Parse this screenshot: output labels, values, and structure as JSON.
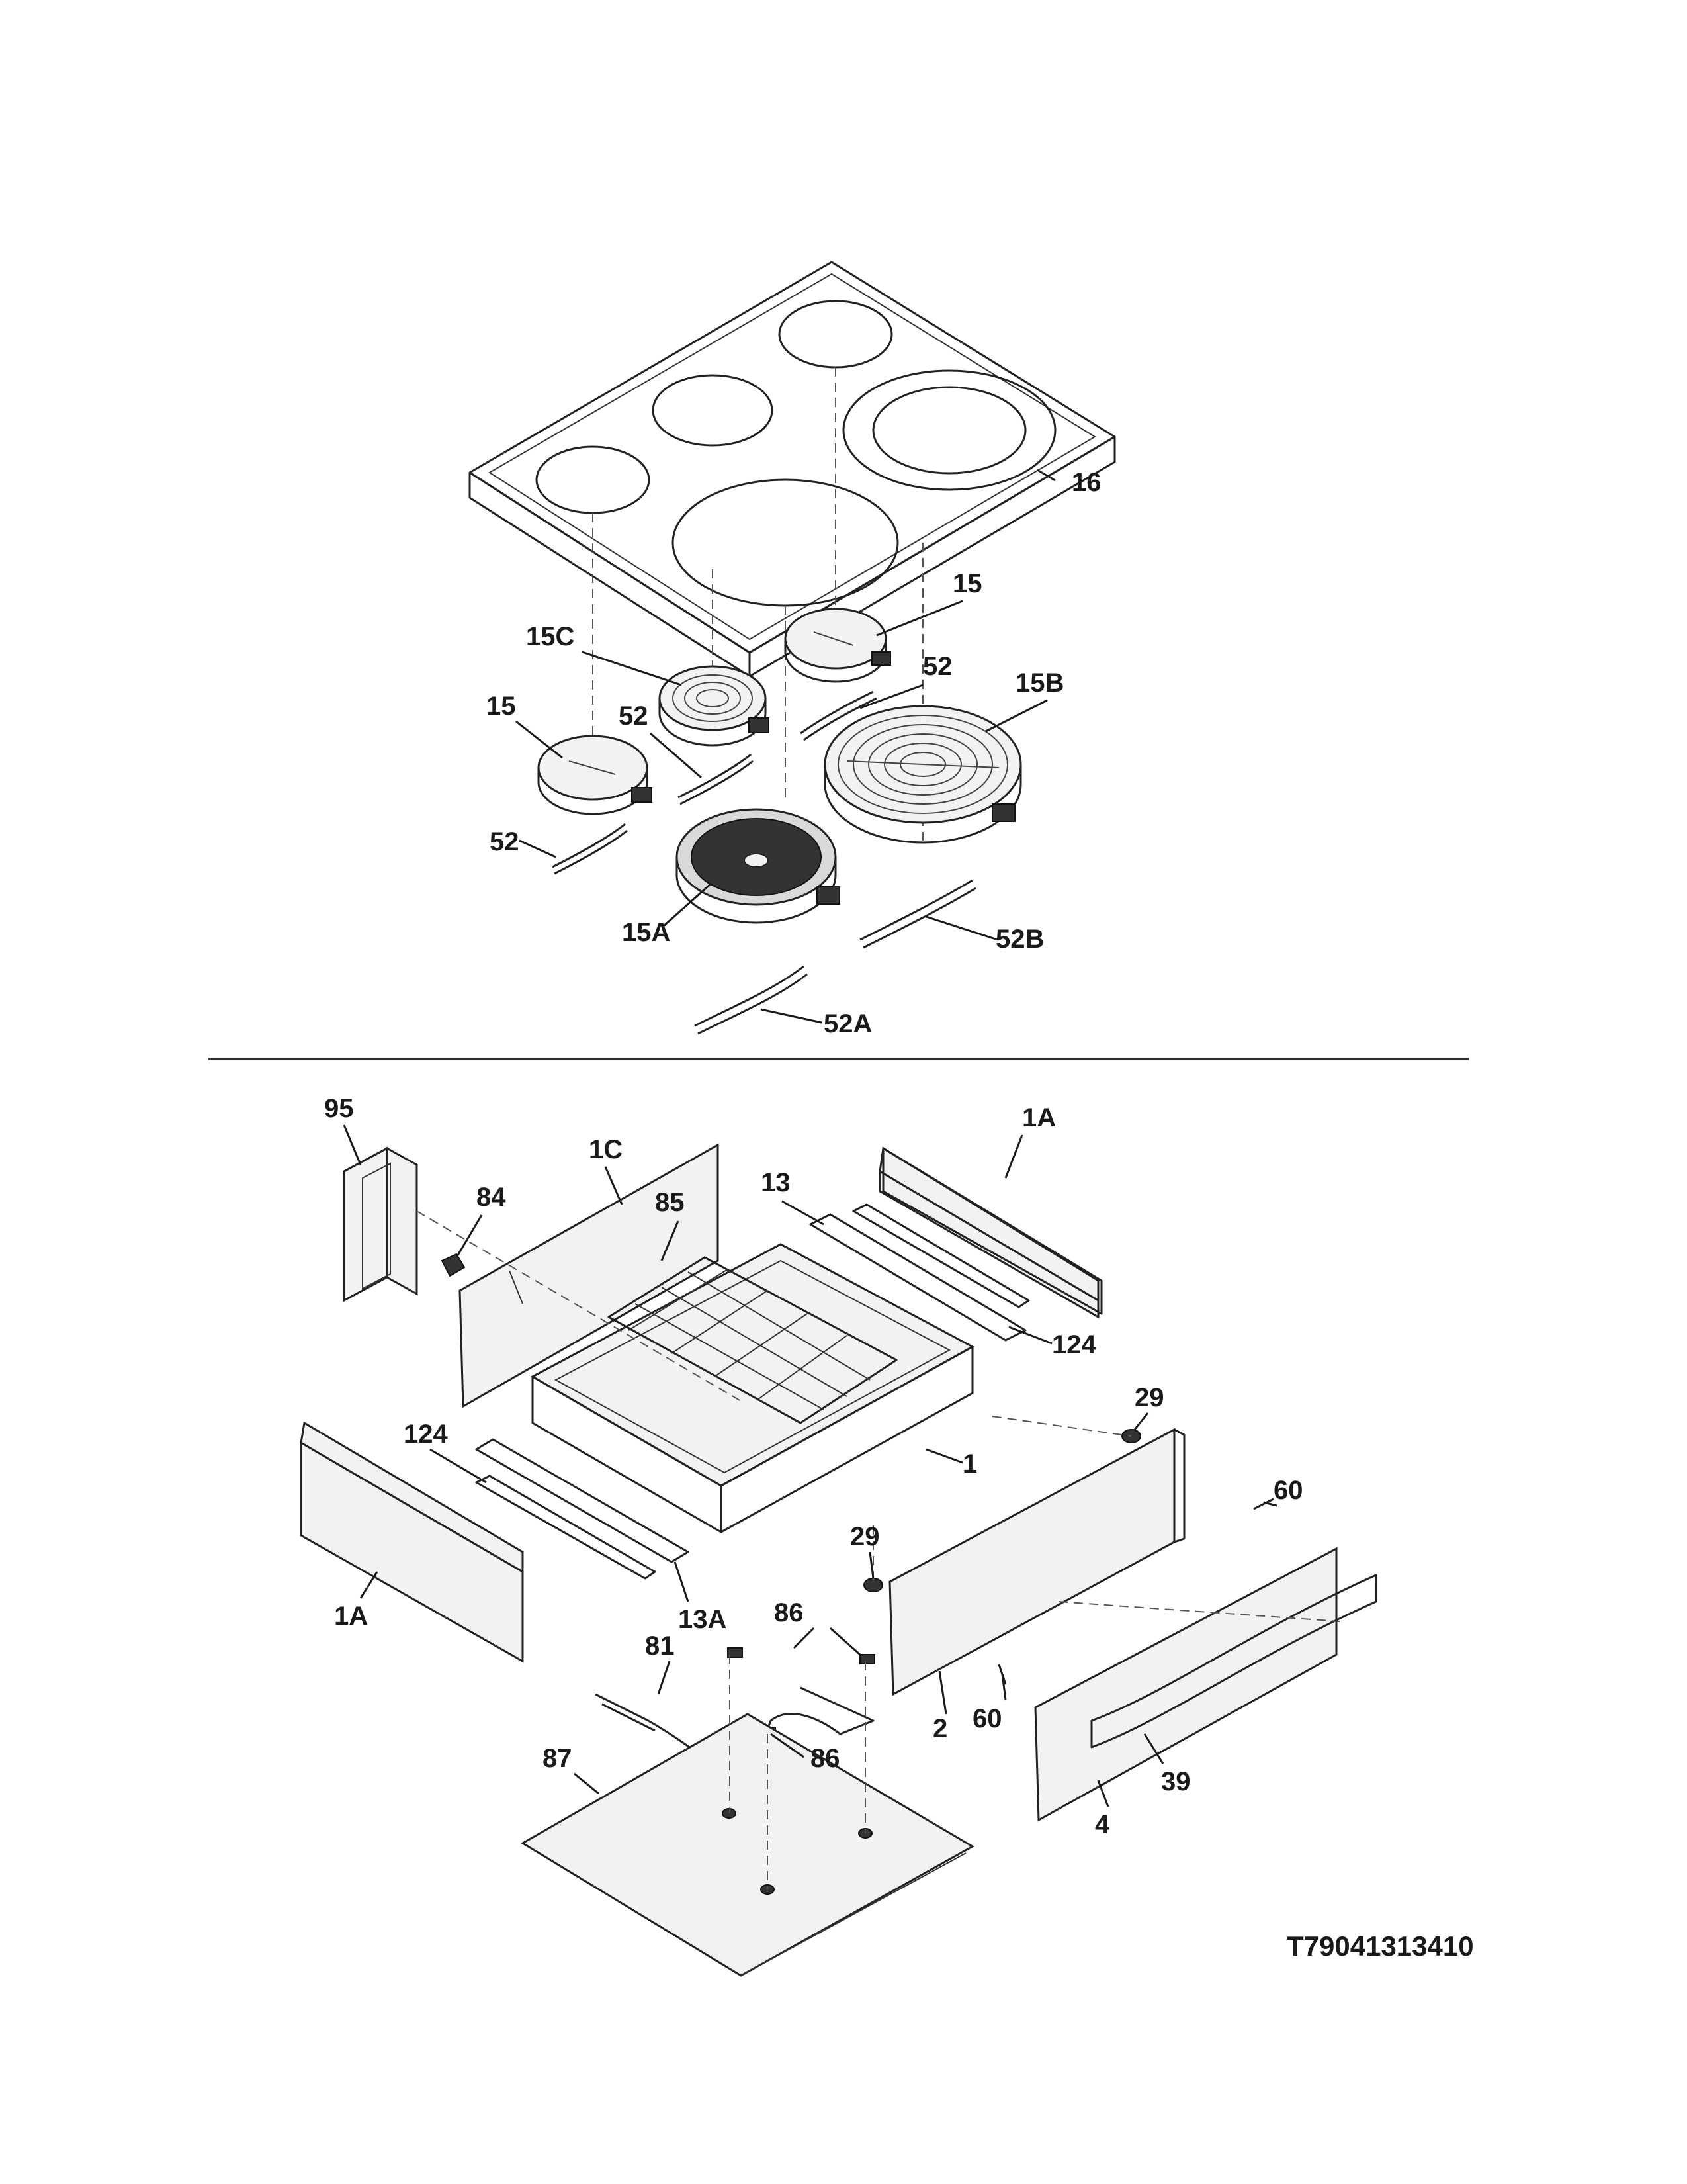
{
  "labels": {
    "cooktop": "16",
    "element_rear_right": "15",
    "element_left_rear": "15C",
    "element_left_front": "15",
    "strap_rear_right": "52",
    "strap_left_rear": "52",
    "strap_left_front": "52",
    "element_right_front": "15B",
    "element_center_front": "15A",
    "strap_right_front": "52B",
    "strap_center_front": "52A",
    "vent_duct": "95",
    "clip": "84",
    "back_panel": "1C",
    "drawer_rack": "85",
    "slide_right": "13",
    "side_panel_right": "1A",
    "rail_right": "124",
    "drawer_liner": "1",
    "bumper_right": "29",
    "rail_left": "124",
    "side_panel_left": "1A",
    "slide_left": "13A",
    "bumper_left": "29",
    "screw_right": "60",
    "drawer_front_panel": "2",
    "screw_left": "60",
    "bracket_top": "86",
    "warming_element": "81",
    "bracket_bottom": "86",
    "bottom_panel": "87",
    "drawer_front": "4",
    "handle": "39"
  },
  "diagram_code": "T79041313410"
}
